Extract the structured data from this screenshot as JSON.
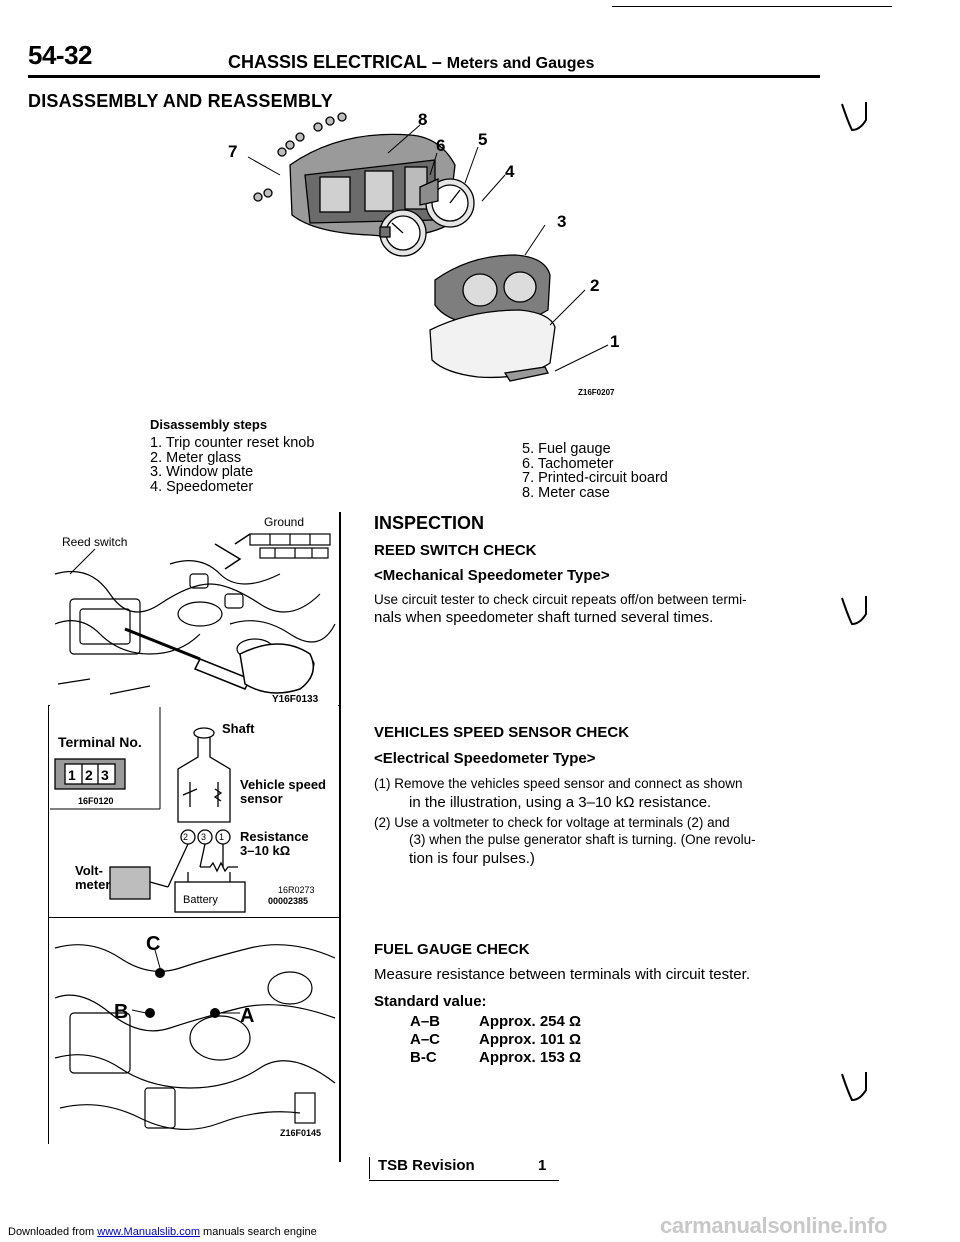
{
  "header": {
    "page_number": "54-32",
    "section": "CHASSIS ELECTRICAL",
    "dash": "–",
    "subsection": "Meters and Gauges"
  },
  "disassembly": {
    "title": "DISASSEMBLY AND REASSEMBLY",
    "figure_code": "Z16F0207",
    "callouts": [
      "1",
      "2",
      "3",
      "4",
      "5",
      "6",
      "7",
      "8"
    ],
    "steps_title": "Disassembly steps",
    "steps_left": [
      "1. Trip counter reset knob",
      "2. Meter glass",
      "3. Window plate",
      "4. Speedometer"
    ],
    "steps_right": [
      "5. Fuel gauge",
      "6. Tachometer",
      "7. Printed-circuit board",
      "8. Meter case"
    ]
  },
  "figures": {
    "reed": {
      "ground": "Ground",
      "reed_switch": "Reed switch",
      "code": "Y16F0133"
    },
    "sensor": {
      "terminal_no": "Terminal No.",
      "terminals": [
        "1",
        "2",
        "3"
      ],
      "terminal_code": "16F0120",
      "shaft": "Shaft",
      "vehicle_speed_sensor": [
        "Vehicle speed",
        "sensor"
      ],
      "circle_terminals": [
        "2",
        "3",
        "1"
      ],
      "resistance": [
        "Resistance",
        "3–10 kΩ"
      ],
      "voltmeter": [
        "Volt-",
        "meter"
      ],
      "battery": "Battery",
      "code": [
        "16R0273",
        "00002385"
      ]
    },
    "fuel": {
      "labels": [
        "C",
        "B",
        "A"
      ],
      "code": "Z16F0145"
    }
  },
  "inspection": {
    "title": "INSPECTION",
    "reed": {
      "title": "REED SWITCH CHECK",
      "type": "<Mechanical Speedometer Type>",
      "text1": "Use circuit tester to check circuit repeats off/on between termi-",
      "text2": "nals when speedometer shaft turned several times."
    },
    "vss": {
      "title": "VEHICLES SPEED SENSOR CHECK",
      "type": "<Electrical Speedometer Type>",
      "l1": "(1)  Remove the vehicles speed sensor and connect as shown",
      "l2": "in the illustration, using a 3–10 kΩ resistance.",
      "l3": "(2) Use a voltmeter to check for voltage at terminals (2) and",
      "l4": "(3) when the pulse generator shaft is turning. (One revolu-",
      "l5": "tion is four pulses.)"
    },
    "fuel": {
      "title": "FUEL GAUGE CHECK",
      "text": "Measure resistance between terminals with circuit tester.",
      "standard": "Standard value:",
      "rows": [
        {
          "terminals": "A–B",
          "value": "Approx. 254 Ω"
        },
        {
          "terminals": "A–C",
          "value": "Approx. 101 Ω"
        },
        {
          "terminals": "B-C",
          "value": "Approx. 153 Ω"
        }
      ]
    }
  },
  "footer": {
    "tsb": "TSB Revision",
    "tsb_num": "1",
    "downloaded": "Downloaded from",
    "site": "www.Manualslib.com",
    "tail": "manuals search engine",
    "watermark": "carmanualsonline.info"
  }
}
